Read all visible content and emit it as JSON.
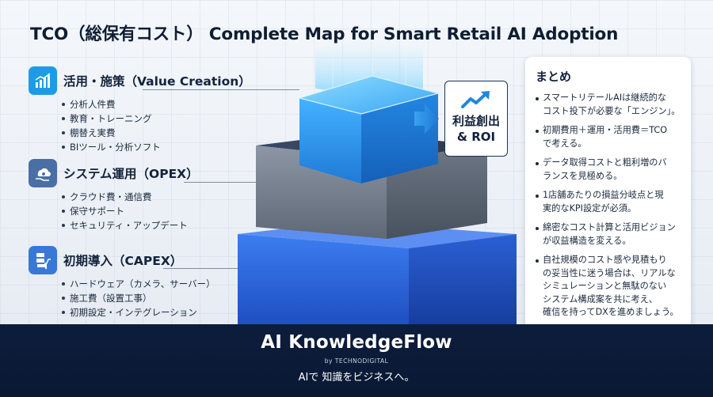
{
  "title": "TCO（総保有コスト） Complete Map for Smart Retail AI Adoption",
  "sections": [
    {
      "icon": "chart-growth-icon",
      "title": "活用・施策（Value Creation）",
      "items": [
        "分析人件費",
        "教育・トレーニング",
        "棚替え実費",
        "BIツール・分析ソフト"
      ]
    },
    {
      "icon": "cloud-gear-hand-icon",
      "title": "システム運用（OPEX）",
      "items": [
        "クラウド費・通信費",
        "保守サポート",
        "セキュリティ・アップデート"
      ]
    },
    {
      "icon": "server-cart-icon",
      "title": "初期導入（CAPEX）",
      "items": [
        "ハードウェア（カメラ、サーバー）",
        "施工費（設置工事）",
        "初期設定・インテグレーション"
      ]
    }
  ],
  "callout": {
    "icon": "trend-up-arrow-icon",
    "text": "利益創出\n& ROI"
  },
  "summary": {
    "title": "まとめ",
    "items": [
      "スマートリテールAIは継続的な\nコスト投下が必要な「エンジン」。",
      "初期費用＋運用・活用費＝TCO\nで考える。",
      "データ取得コストと粗利増のバ\nランスを見極める。",
      "1店舗あたりの損益分岐点と現\n実的なKPI設定が必須。",
      "綿密なコスト計算と活用ビジョン\nが収益構造を変える。",
      "自社規模のコスト感や見積もり\nの妥当性に迷う場合は、リアルな\nシミュレーションと無駄のない\nシステム構成案を共に考え、\n確信を持ってDXを進めましょう。"
    ]
  },
  "footer": {
    "brand": "AI KnowledgeFlow",
    "by": "by TECHNODIGITAL",
    "tagline": "AIで 知識をビジネスへ。"
  },
  "colors": {
    "tier_top": "#2a8fe0",
    "tier_middle": "#6b7685",
    "tier_bottom": "#2458c8",
    "footer_bg": "#0c1d3c",
    "icon_bg": "#1e9be6"
  }
}
